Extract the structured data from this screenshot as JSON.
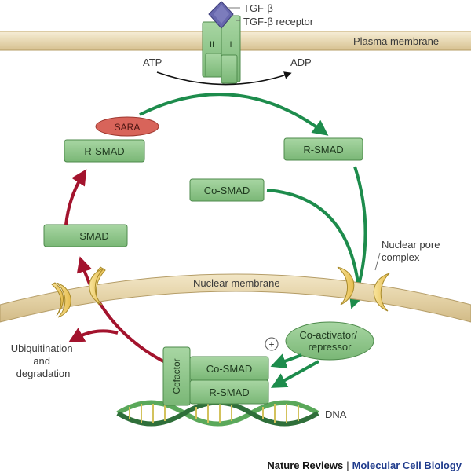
{
  "labels": {
    "tgf_beta": "TGF-β",
    "tgf_beta_receptor": "TGF-β receptor",
    "receptor_type_2": "II",
    "receptor_type_1": "I",
    "plasma_membrane": "Plasma membrane",
    "atp": "ATP",
    "adp": "ADP",
    "sara": "SARA",
    "r_smad_left": "R-SMAD",
    "r_smad_right": "R-SMAD",
    "co_smad": "Co-SMAD",
    "smad": "SMAD",
    "nuclear_pore": [
      "Nuclear pore",
      "complex"
    ],
    "nuclear_membrane": "Nuclear membrane",
    "ubiquitination": [
      "Ubiquitination",
      "and",
      "degradation"
    ],
    "coactivator": [
      "Co-activator/",
      "repressor"
    ],
    "plus": "+",
    "cofactor": "Cofactor",
    "co_smad_complex": "Co-SMAD",
    "r_smad_complex": "R-SMAD",
    "dna": "DNA"
  },
  "footer": {
    "journal": "Nature Reviews",
    "separator": "|",
    "subjournal": "Molecular Cell Biology"
  },
  "colors": {
    "membrane": "#efe3c4",
    "membrane_edge": "#b49c66",
    "smad_fill": "#8ec48a",
    "smad_edge": "#4d8a4b",
    "green_arrow": "#1d8c4c",
    "red_arrow": "#a3132d",
    "sara": "#d8645a",
    "pore": "#f3d173",
    "ligand": "#5f5fa6"
  }
}
